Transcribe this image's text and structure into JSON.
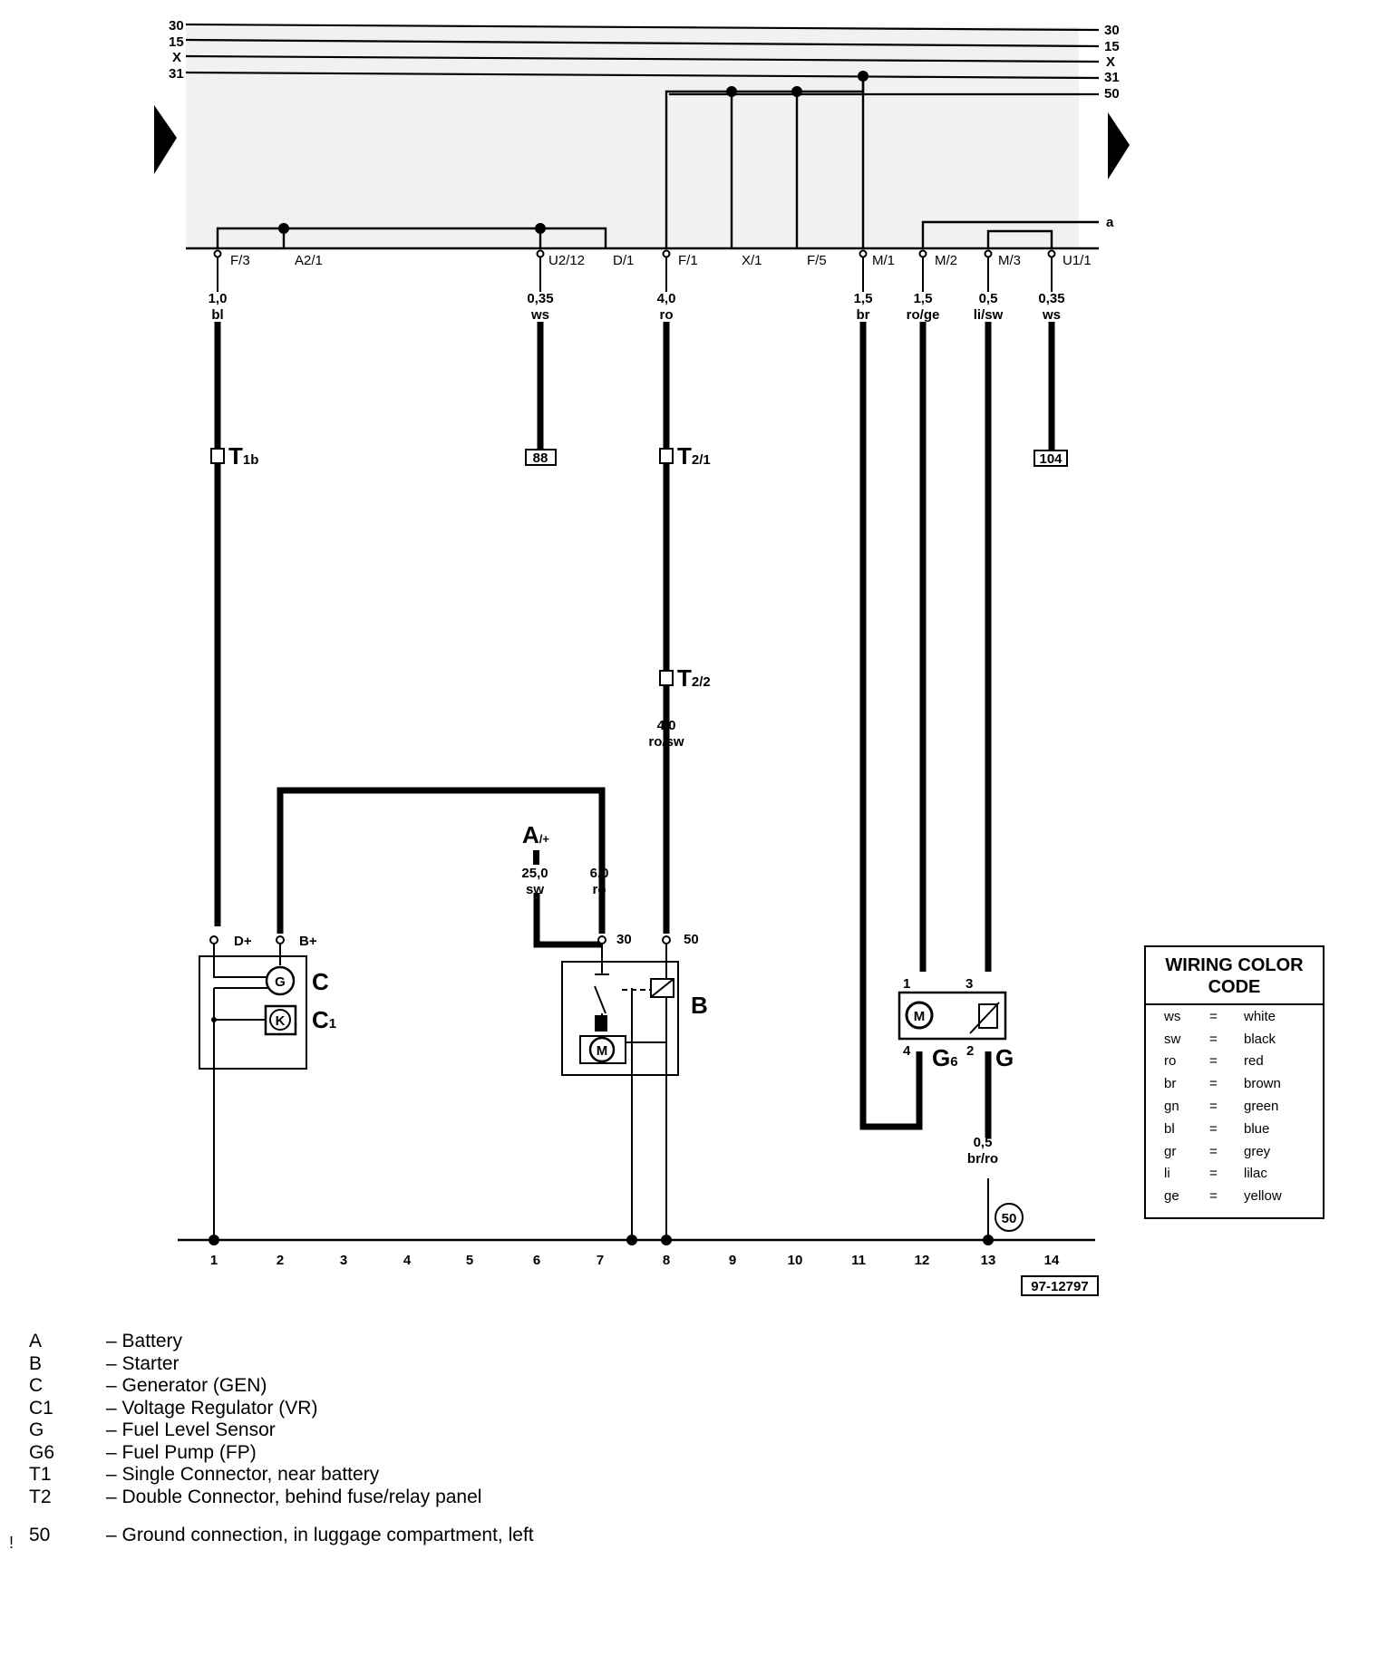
{
  "bus_lines": {
    "left_labels": [
      "30",
      "15",
      "X",
      "31"
    ],
    "right_labels": [
      "30",
      "15",
      "X",
      "31",
      "50"
    ],
    "branch_label": "a"
  },
  "fuse_terminals": [
    "F/3",
    "A2/1",
    "U2/12",
    "D/1",
    "F/1",
    "X/1",
    "F/5",
    "M/1",
    "M/2",
    "M/3",
    "U1/1"
  ],
  "wires": [
    {
      "size": "1,0",
      "color": "bl"
    },
    {
      "size": "0,35",
      "color": "ws"
    },
    {
      "size": "4,0",
      "color": "ro"
    },
    {
      "size": "1,5",
      "color": "br"
    },
    {
      "size": "1,5",
      "color": "ro/ge"
    },
    {
      "size": "0,5",
      "color": "li/sw"
    },
    {
      "size": "0,35",
      "color": "ws"
    },
    {
      "size": "4,0",
      "color": "ro/sw"
    },
    {
      "size": "25,0",
      "color": "sw"
    },
    {
      "size": "6,0",
      "color": "ro"
    },
    {
      "size": "0,5",
      "color": "br/ro"
    }
  ],
  "connectors": {
    "t1b": {
      "main": "T",
      "sub": "1b"
    },
    "t21": {
      "main": "T",
      "sub": "2/1"
    },
    "t22": {
      "main": "T",
      "sub": "2/2"
    }
  },
  "refs": {
    "ref88": "88",
    "ref104": "104",
    "ground": "50"
  },
  "components": {
    "gen_terminals": [
      "D+",
      "B+"
    ],
    "gen": "C",
    "reg": {
      "main": "C",
      "sub": "1"
    },
    "gen_symbol": "G",
    "reg_symbol": "K",
    "battery": {
      "main": "A",
      "sub": "/+"
    },
    "starter_terminals": [
      "30",
      "50"
    ],
    "starter": "B",
    "motor_symbol": "M",
    "fuel_pins": [
      "1",
      "3",
      "4",
      "2"
    ],
    "fuel_pump": {
      "main": "G",
      "sub": "6"
    },
    "fuel_sensor": "G"
  },
  "bottom_numbers": [
    "1",
    "2",
    "3",
    "4",
    "5",
    "6",
    "7",
    "8",
    "9",
    "10",
    "11",
    "12",
    "13",
    "14"
  ],
  "diagram_id": "97-12797",
  "color_code": {
    "title": "WIRING COLOR CODE",
    "items": [
      {
        "code": "ws",
        "eq": "=",
        "name": "white"
      },
      {
        "code": "sw",
        "eq": "=",
        "name": "black"
      },
      {
        "code": "ro",
        "eq": "=",
        "name": "red"
      },
      {
        "code": "br",
        "eq": "=",
        "name": "brown"
      },
      {
        "code": "gn",
        "eq": "=",
        "name": "green"
      },
      {
        "code": "bl",
        "eq": "=",
        "name": "blue"
      },
      {
        "code": "gr",
        "eq": "=",
        "name": "grey"
      },
      {
        "code": "li",
        "eq": "=",
        "name": "lilac"
      },
      {
        "code": "ge",
        "eq": "=",
        "name": "yellow"
      }
    ]
  },
  "legend": [
    {
      "key": "A",
      "desc": "– Battery"
    },
    {
      "key": "B",
      "desc": "– Starter"
    },
    {
      "key": "C",
      "desc": "– Generator (GEN)"
    },
    {
      "key": "C1",
      "desc": "– Voltage Regulator (VR)"
    },
    {
      "key": "G",
      "desc": "– Fuel Level Sensor"
    },
    {
      "key": "G6",
      "desc": "– Fuel Pump (FP)"
    },
    {
      "key": "T1",
      "desc": "– Single Connector, near battery"
    },
    {
      "key": "T2",
      "desc": "– Double Connector, behind fuse/relay panel"
    },
    {
      "key": "50",
      "desc": "– Ground connection, in luggage compartment, left"
    }
  ],
  "note_mark": "!"
}
